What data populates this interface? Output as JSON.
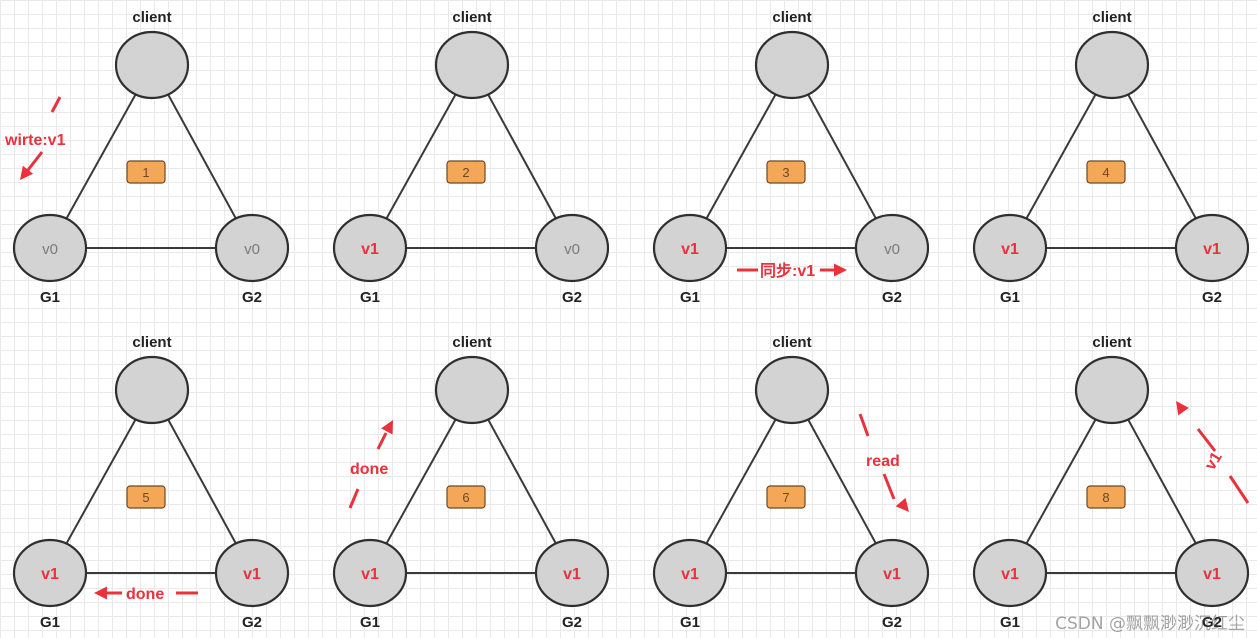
{
  "labels": {
    "client": "client",
    "g1": "G1",
    "g2": "G2"
  },
  "colors": {
    "accent_red": "#e8323c",
    "step_orange": "#f4a757",
    "node_gray": "#d3d3d3"
  },
  "panels": [
    {
      "step": "1",
      "g1_value": "v0",
      "g2_value": "v0",
      "annotation": {
        "text": "wirte:v1",
        "kind": "write"
      }
    },
    {
      "step": "2",
      "g1_value": "v1",
      "g2_value": "v0",
      "annotation": null
    },
    {
      "step": "3",
      "g1_value": "v1",
      "g2_value": "v0",
      "annotation": {
        "text": "同步:v1",
        "kind": "sync"
      }
    },
    {
      "step": "4",
      "g1_value": "v1",
      "g2_value": "v1",
      "annotation": null
    },
    {
      "step": "5",
      "g1_value": "v1",
      "g2_value": "v1",
      "annotation": {
        "text": "done",
        "kind": "ack"
      }
    },
    {
      "step": "6",
      "g1_value": "v1",
      "g2_value": "v1",
      "annotation": {
        "text": "done",
        "kind": "done-client"
      }
    },
    {
      "step": "7",
      "g1_value": "v1",
      "g2_value": "v1",
      "annotation": {
        "text": "read",
        "kind": "read"
      }
    },
    {
      "step": "8",
      "g1_value": "v1",
      "g2_value": "v1",
      "annotation": {
        "text": "v1",
        "kind": "response"
      }
    }
  ],
  "watermark": "CSDN @飘飘渺渺沉红尘"
}
